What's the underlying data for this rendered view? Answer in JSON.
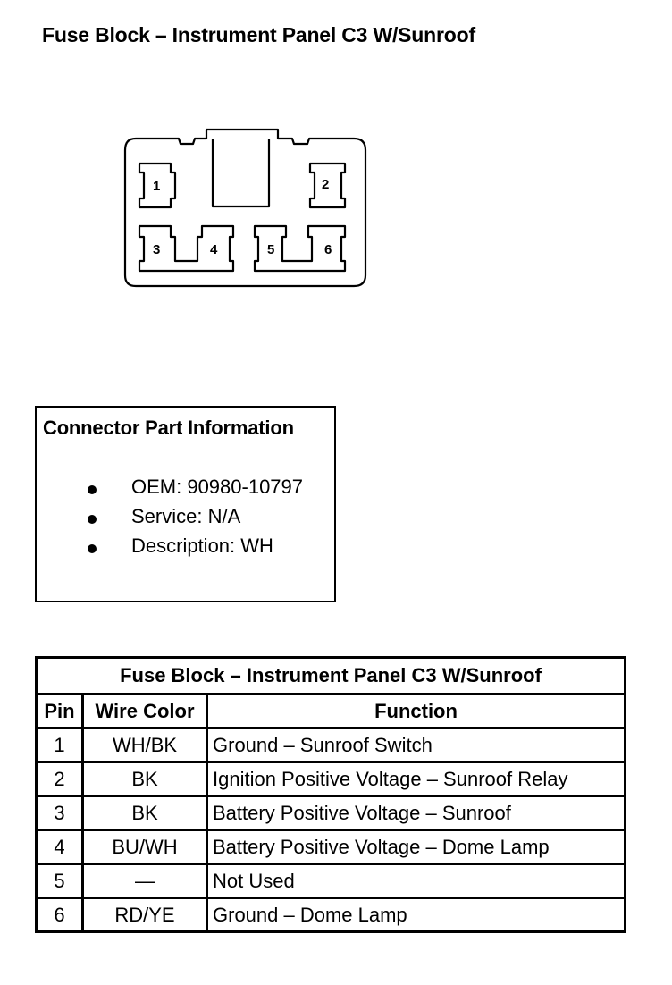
{
  "title": "Fuse Block – Instrument Panel C3 W/Sunroof",
  "connector": {
    "pin_labels": [
      "1",
      "2",
      "3",
      "4",
      "5",
      "6"
    ]
  },
  "part_info": {
    "heading": "Connector Part Information",
    "items": [
      "OEM: 90980-10797",
      "Service: N/A",
      "Description: WH"
    ]
  },
  "table": {
    "caption": "Fuse Block – Instrument Panel C3 W/Sunroof",
    "headers": [
      "Pin",
      "Wire Color",
      "Function"
    ],
    "rows": [
      {
        "pin": "1",
        "wire": "WH/BK",
        "function": "Ground – Sunroof Switch"
      },
      {
        "pin": "2",
        "wire": "BK",
        "function": "Ignition Positive Voltage – Sunroof Relay"
      },
      {
        "pin": "3",
        "wire": "BK",
        "function": "Battery Positive Voltage – Sunroof"
      },
      {
        "pin": "4",
        "wire": "BU/WH",
        "function": "Battery Positive Voltage – Dome Lamp"
      },
      {
        "pin": "5",
        "wire": "—",
        "function": "Not Used"
      },
      {
        "pin": "6",
        "wire": "RD/YE",
        "function": "Ground – Dome Lamp"
      }
    ]
  }
}
